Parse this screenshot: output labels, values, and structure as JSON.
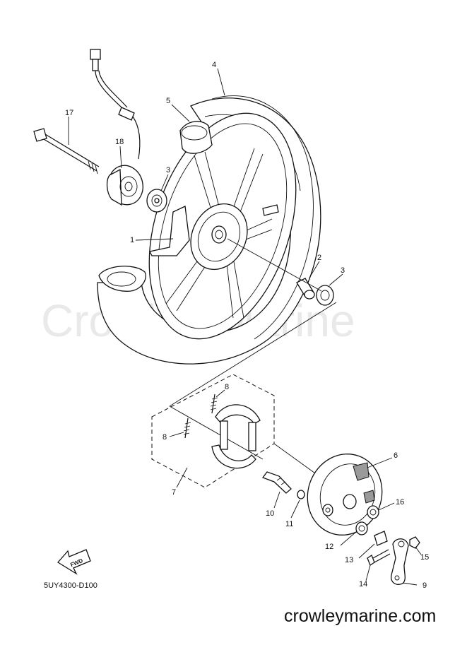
{
  "diagram": {
    "watermark": "Crowley Marine",
    "footer_site": "crowleymarine.com",
    "diagram_code": "5UY4300-D100",
    "fwd_label": "FWD",
    "callouts": [
      {
        "id": "c1",
        "label": "1"
      },
      {
        "id": "c2",
        "label": "2"
      },
      {
        "id": "c3a",
        "label": "3"
      },
      {
        "id": "c3b",
        "label": "3"
      },
      {
        "id": "c4",
        "label": "4"
      },
      {
        "id": "c5",
        "label": "5"
      },
      {
        "id": "c6",
        "label": "6"
      },
      {
        "id": "c7",
        "label": "7"
      },
      {
        "id": "c8a",
        "label": "8"
      },
      {
        "id": "c8b",
        "label": "8"
      },
      {
        "id": "c9",
        "label": "9"
      },
      {
        "id": "c10",
        "label": "10"
      },
      {
        "id": "c11",
        "label": "11"
      },
      {
        "id": "c12",
        "label": "12"
      },
      {
        "id": "c13",
        "label": "13"
      },
      {
        "id": "c14",
        "label": "14"
      },
      {
        "id": "c15",
        "label": "15"
      },
      {
        "id": "c16",
        "label": "16"
      },
      {
        "id": "c17",
        "label": "17"
      },
      {
        "id": "c18",
        "label": "18"
      }
    ]
  }
}
